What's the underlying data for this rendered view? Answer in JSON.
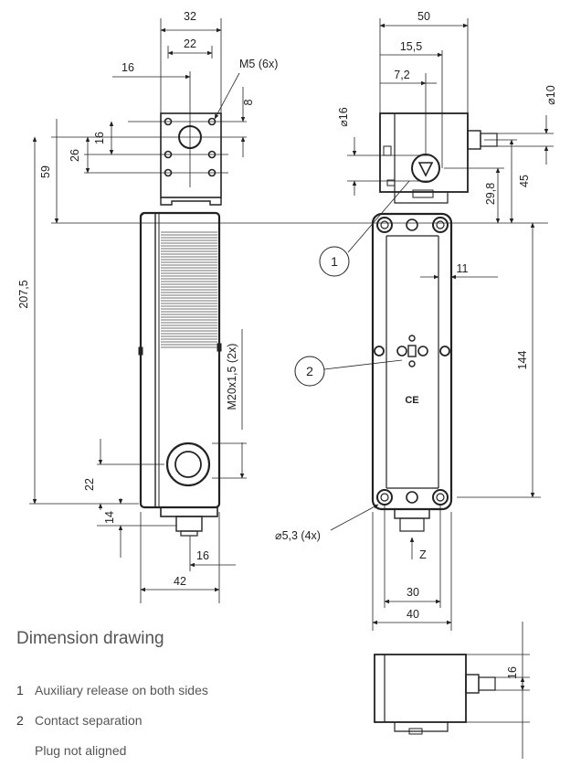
{
  "title": "Dimension drawing",
  "legend": [
    {
      "num": "1",
      "text": "Auxiliary release on both sides"
    },
    {
      "num": "2",
      "text": "Contact separation"
    },
    {
      "num": "",
      "text": "Plug not aligned"
    }
  ],
  "dims": {
    "w32": "32",
    "w22": "22",
    "w16top": "16",
    "m5": "M5 (6x)",
    "h8": "8",
    "h26": "26",
    "h16": "16",
    "h59": "59",
    "h207": "207,5",
    "m20": "M20x1,5 (2x)",
    "h22": "22",
    "h14": "14",
    "w16bot": "16",
    "w42": "42",
    "w50": "50",
    "w155": "15,5",
    "w72": "7,2",
    "d16": "⌀16",
    "d10": "⌀10",
    "h45": "45",
    "h298": "29,8",
    "w11": "11",
    "h144": "144",
    "d53": "⌀5,3 (4x)",
    "z": "Z",
    "w30": "30",
    "w40": "40",
    "h16side": "16",
    "c1": "1",
    "c2": "2",
    "ce": "CE"
  }
}
